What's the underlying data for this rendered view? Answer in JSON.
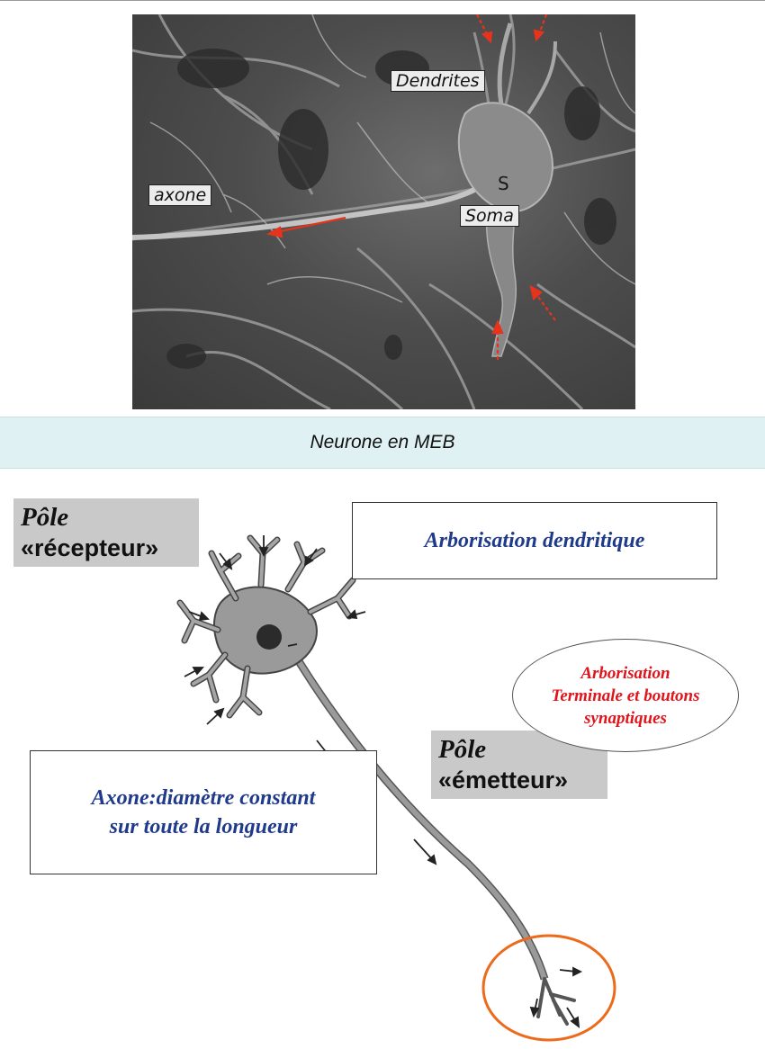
{
  "photo": {
    "labels": {
      "dendrites": "Dendrites",
      "axone": "axone",
      "soma": "Soma",
      "s_mark": "S"
    }
  },
  "caption": "Neurone en MEB",
  "diagram": {
    "pole_recepteur": {
      "line1": "Pôle",
      "line2": "«récepteur»"
    },
    "pole_emetteur": {
      "line1": "Pôle",
      "line2": "«émetteur»"
    },
    "box_dendritique": "Arborisation dendritique",
    "box_axone": {
      "line1": "Axone:diamètre constant",
      "line2": "sur toute la longueur"
    },
    "terminale": {
      "line1": "Arborisation",
      "line2": "Terminale et boutons",
      "line3": "synaptiques"
    }
  },
  "colors": {
    "arrow_red": "#e8331c",
    "text_blue": "#1f3a8a",
    "text_red": "#e0141a",
    "circle_orange": "#ec6a1a",
    "caption_band": "#dff1f3",
    "pole_bg": "#c9c9c9"
  }
}
